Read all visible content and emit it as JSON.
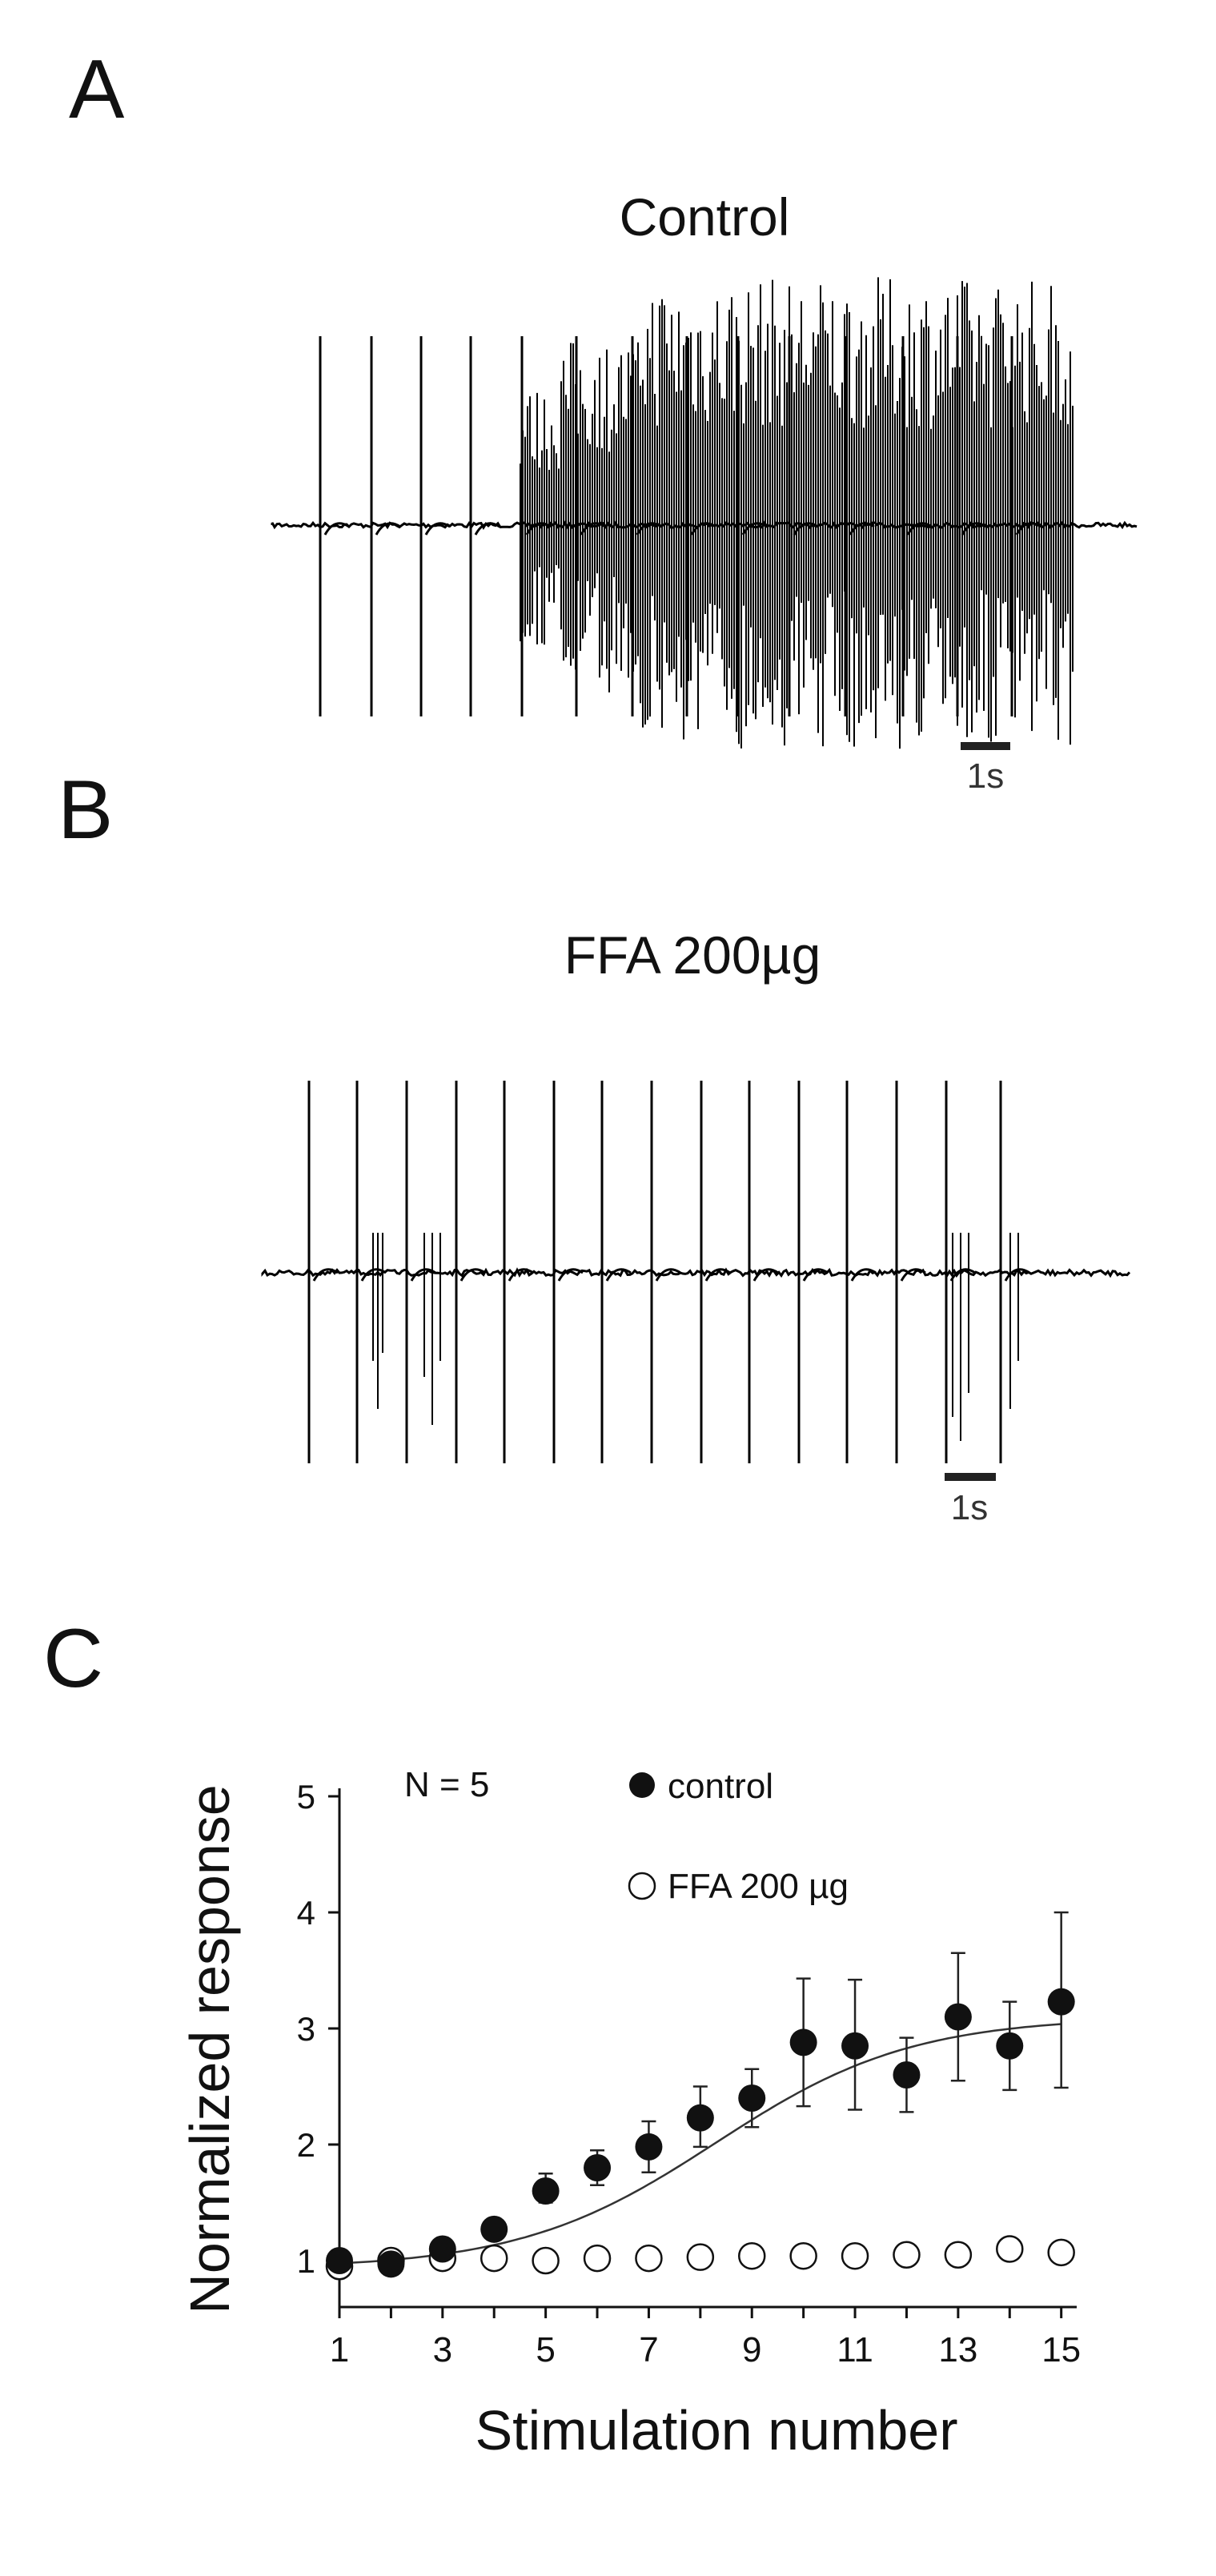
{
  "panels": {
    "a": {
      "letter": "A",
      "title": "Control",
      "scalebar": "1s"
    },
    "b": {
      "letter": "B",
      "title": "FFA 200µg",
      "scalebar": "1s"
    },
    "c": {
      "letter": "C"
    }
  },
  "colors": {
    "ink": "#111111",
    "trace": "#000000",
    "curve": "#333333"
  },
  "chart_data": [
    {
      "type": "scatter",
      "annotation": "N = 5",
      "xlabel": "Stimulation number",
      "ylabel": "Normalized response",
      "xlim": [
        1,
        15.3
      ],
      "ylim": [
        0.6,
        5
      ],
      "xticks": [
        1,
        3,
        5,
        7,
        9,
        11,
        13,
        15
      ],
      "yticks": [
        1,
        2,
        3,
        4,
        5
      ],
      "legend_position": "top-center",
      "grid": false,
      "fit_curve": "sigmoid through control series",
      "series": [
        {
          "name": "control",
          "marker": "filled-circle",
          "x": [
            1,
            2,
            3,
            4,
            5,
            6,
            7,
            8,
            9,
            10,
            11,
            12,
            13,
            14,
            15
          ],
          "y": [
            1.0,
            0.97,
            1.1,
            1.27,
            1.6,
            1.8,
            1.98,
            2.23,
            2.4,
            2.88,
            2.85,
            2.6,
            3.1,
            2.85,
            3.23
          ],
          "err_plus": [
            0,
            0,
            0,
            0,
            0.15,
            0.15,
            0.22,
            0.27,
            0.25,
            0.55,
            0.57,
            0.32,
            0.55,
            0.38,
            0.77
          ],
          "err_minus": [
            0,
            0,
            0,
            0,
            0.1,
            0.15,
            0.22,
            0.25,
            0.25,
            0.55,
            0.55,
            0.32,
            0.55,
            0.38,
            0.74
          ]
        },
        {
          "name": "FFA 200 µg",
          "marker": "open-circle",
          "x": [
            1,
            2,
            3,
            4,
            5,
            6,
            7,
            8,
            9,
            10,
            11,
            12,
            13,
            14,
            15
          ],
          "y": [
            0.95,
            1.0,
            1.02,
            1.02,
            1.0,
            1.02,
            1.02,
            1.03,
            1.04,
            1.04,
            1.04,
            1.05,
            1.05,
            1.1,
            1.07
          ]
        }
      ]
    }
  ]
}
